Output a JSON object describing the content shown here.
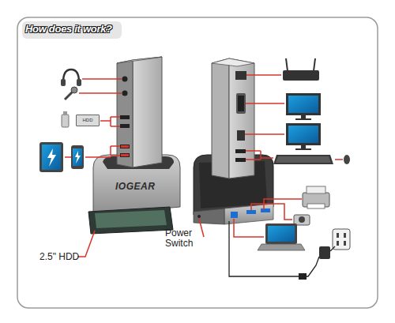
{
  "diagram": {
    "title": "How does it work?",
    "nodes": [
      {
        "text": [
          "HDD"
        ]
      }
    ],
    "labels": [
      "IOGEAR",
      "2.5\" HDD",
      "Power Switch"
    ]
  }
}
